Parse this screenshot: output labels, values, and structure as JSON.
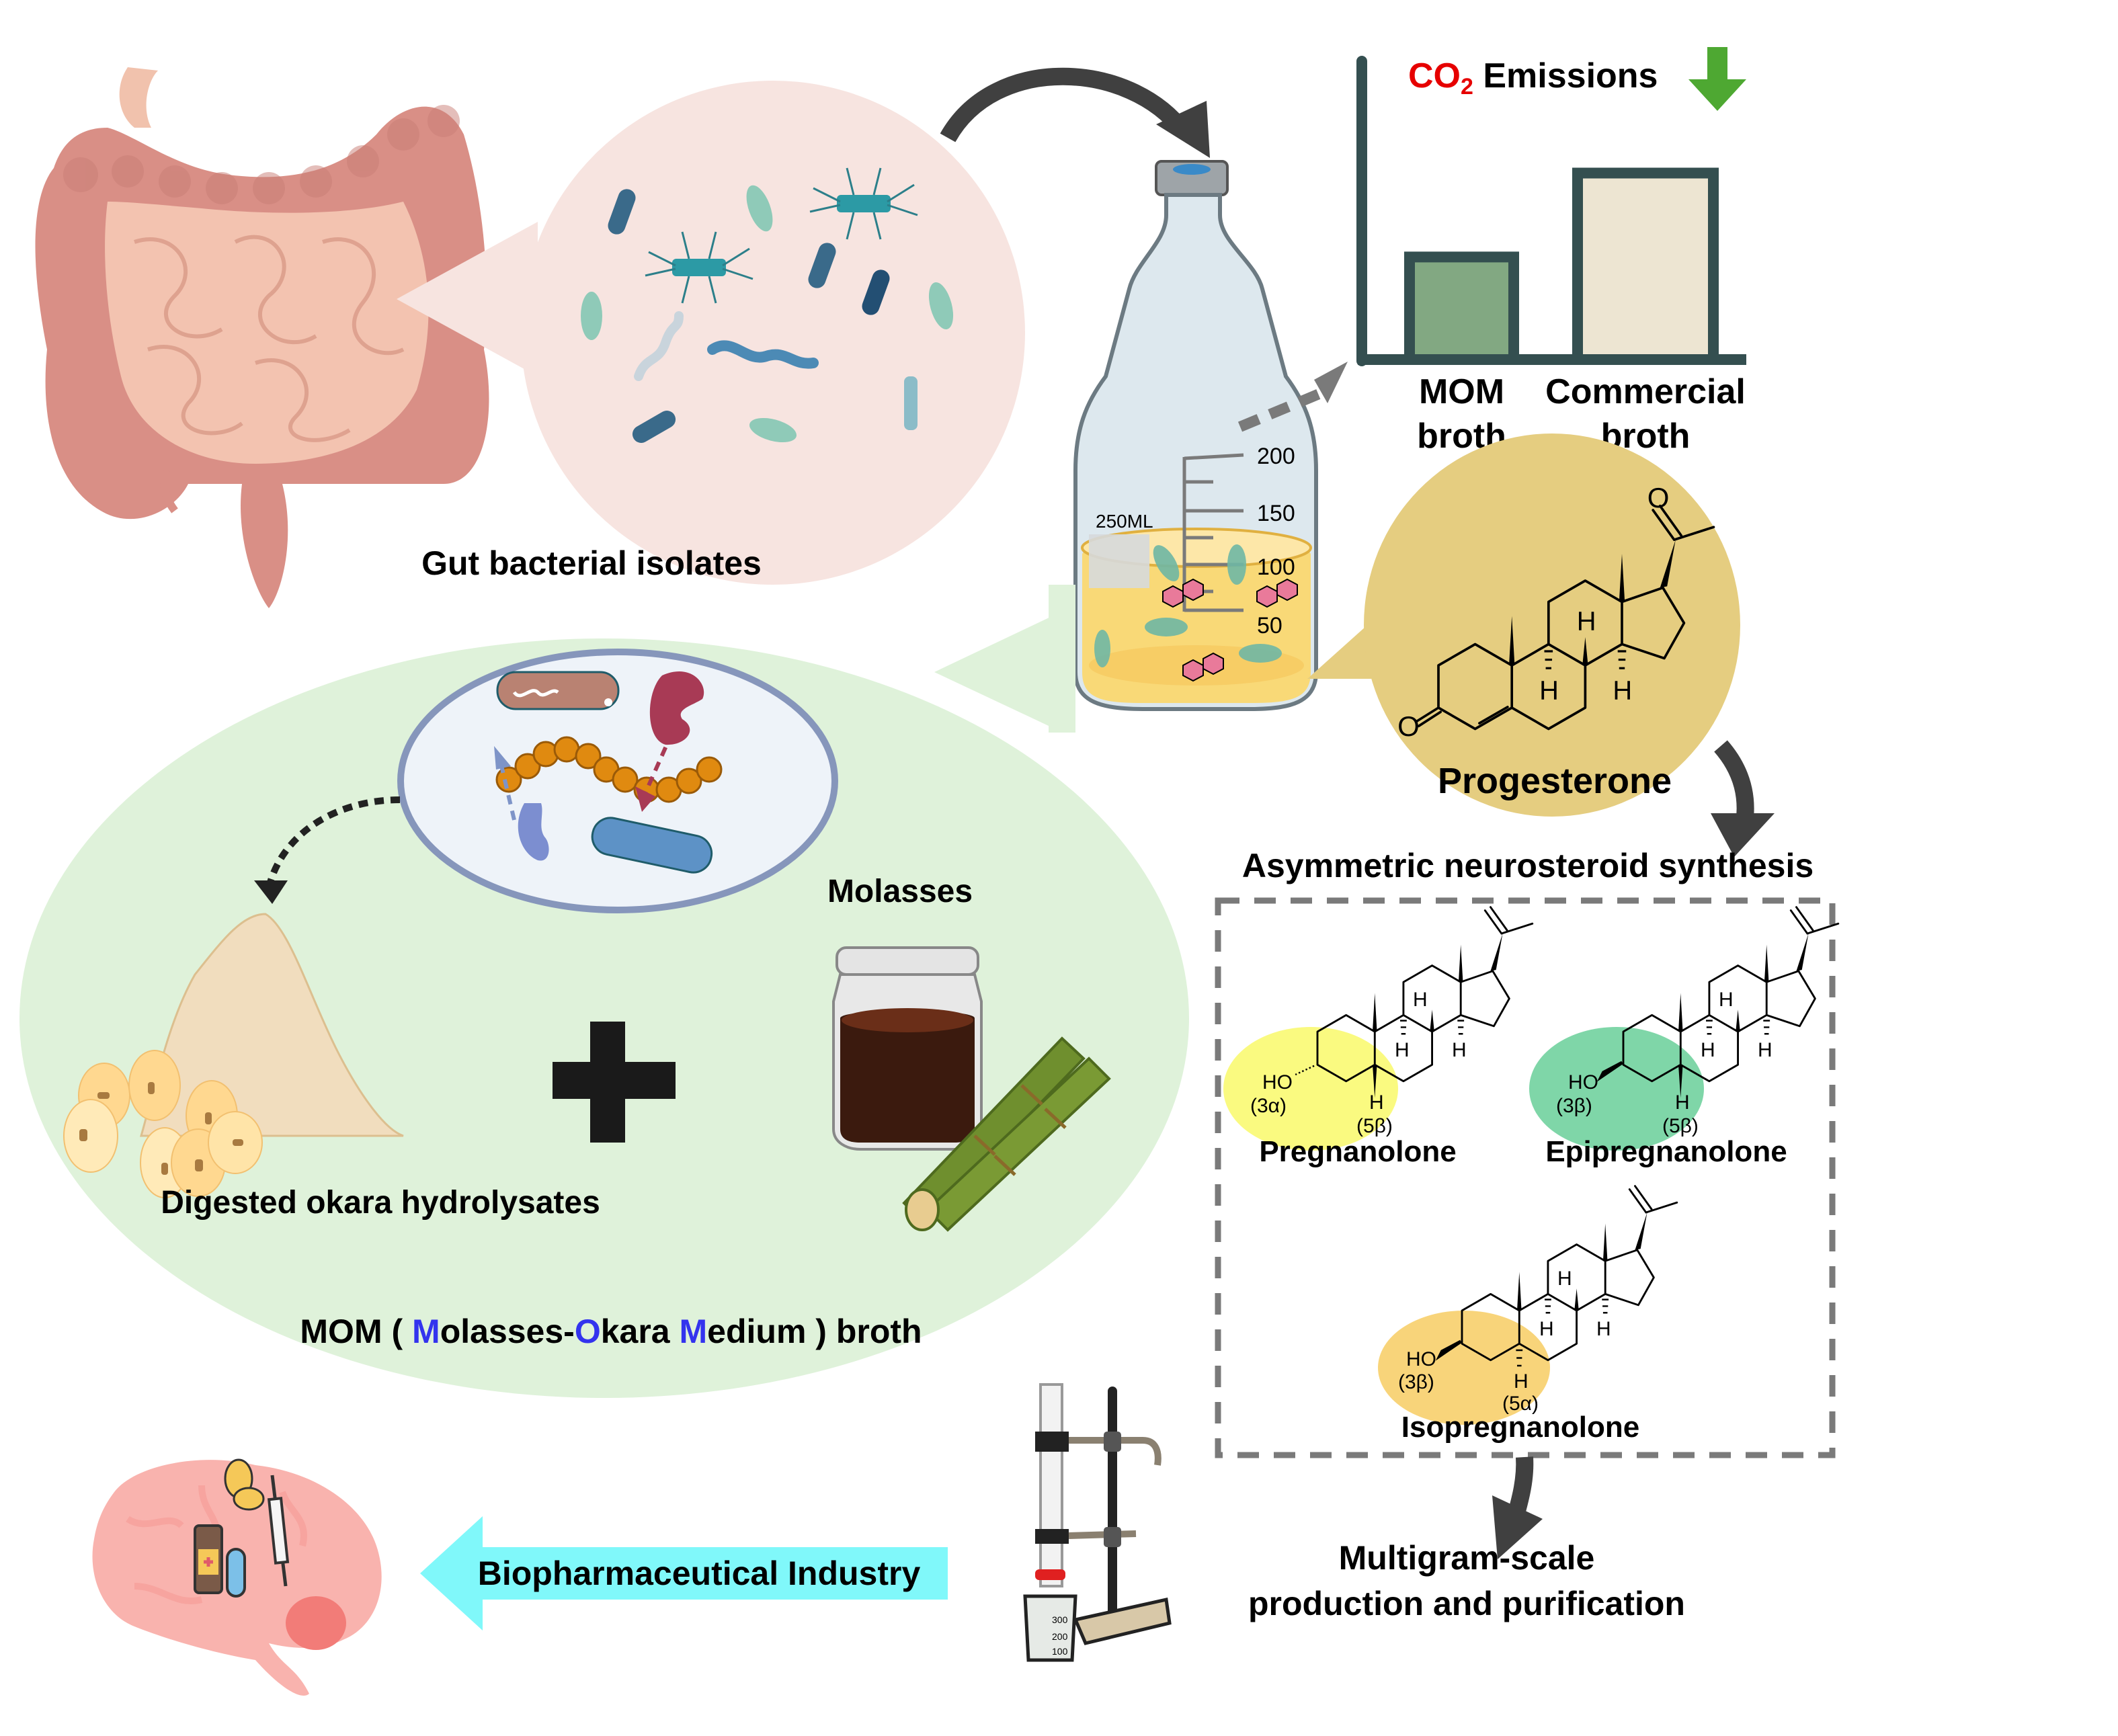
{
  "figure": {
    "title": "Gut bacterial biotransformation of progesterone in MOM broth to neurosteroids",
    "colors": {
      "intestine": "#d98f86",
      "small_intestine": "#f3c3b0",
      "pink_bubble": "#f7e4e0",
      "green_bubble": "#dff2da",
      "inner_bubble": "#eef3f9",
      "inner_bubble_border": "#8696bb",
      "progesterone_bubble": "#e5cd80",
      "dark_arrow": "#404040",
      "dashed_gray": "#7a7a7a",
      "chart_axis": "#344f50",
      "mom_bar": "#82a882",
      "commercial_bar": "#ede5d2",
      "co2_red": "#e60000",
      "down_arrow_green": "#4ea832",
      "highlight_blue": "#3333ee",
      "pregnanolone_highlight": "#fafa80",
      "epipregnanolone_highlight": "#7fd6a8",
      "isopregnanolone_highlight": "#f8d47a",
      "biopharma_arrow": "#80f8fa",
      "broth_yellow": "#fad870",
      "brain": "#f9b3ae"
    }
  },
  "gut": {
    "label": "Gut bacterial isolates",
    "icon": "intestine-icon",
    "bubble_icon": "bacteria-icon"
  },
  "bottle": {
    "capacity_label": "250ML",
    "graduations": [
      "200",
      "150",
      "100",
      "50"
    ],
    "icon": "culture-bottle-icon"
  },
  "chart_data": {
    "type": "bar",
    "title_prefix": "CO",
    "title_subscript": "2",
    "title_suffix": " Emissions",
    "title_trend": "decrease",
    "categories": [
      "MOM broth",
      "Commercial broth"
    ],
    "category_lines": [
      [
        "MOM",
        "broth"
      ],
      [
        "Commercial",
        "broth"
      ]
    ],
    "values": [
      0.55,
      1.0
    ],
    "value_units": "relative (no axis scale shown)",
    "xlabel": "",
    "ylabel": "",
    "ylim": [
      0,
      1.6
    ],
    "grid": false,
    "legend": "none"
  },
  "progesterone": {
    "label": "Progesterone",
    "atoms": {
      "O": "O",
      "H": "H"
    }
  },
  "synthesis": {
    "heading": "Asymmetric neurosteroid synthesis",
    "products": [
      {
        "name": "Pregnanolone",
        "pos3": "(3α)",
        "pos5": "(5β)",
        "oh": "HO",
        "h": "H"
      },
      {
        "name": "Epipregnanolone",
        "pos3": "(3β)",
        "pos5": "(5β)",
        "oh": "HO",
        "h": "H"
      },
      {
        "name": "Isopregnanolone",
        "pos3": "(3β)",
        "pos5": "(5α)",
        "oh": "HO",
        "h": "H"
      }
    ]
  },
  "production": {
    "line1": "Multigram-scale",
    "line2": "production and purification",
    "beaker_marks": [
      "300",
      "200",
      "100"
    ],
    "icon": "chromatography-column-icon"
  },
  "medium": {
    "okara_label": "Digested okara hydrolysates",
    "molasses_label": "Molasses",
    "plus_icon": "plus-icon",
    "broth_label_parts": [
      {
        "text": "MOM ( ",
        "highlight": false
      },
      {
        "text": "M",
        "highlight": true
      },
      {
        "text": "olasses-",
        "highlight": false
      },
      {
        "text": "O",
        "highlight": true
      },
      {
        "text": "kara ",
        "highlight": false
      },
      {
        "text": "M",
        "highlight": true
      },
      {
        "text": "edium ) broth",
        "highlight": false
      }
    ]
  },
  "industry": {
    "label": "Biopharmaceutical Industry",
    "icon": "brain-drugs-icon"
  }
}
